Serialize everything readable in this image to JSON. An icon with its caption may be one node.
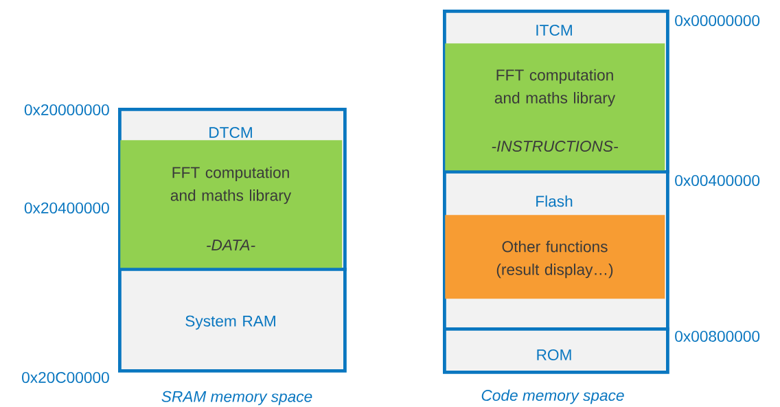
{
  "diagram": {
    "nodes": [
      {
        "text": [
          "DTCM"
        ]
      },
      {
        "text": [
          "FFT computation and maths library",
          "-DATA-"
        ],
        "in": 0
      },
      {
        "text": [
          "System RAM"
        ]
      },
      {
        "text": [
          "ITCM"
        ]
      },
      {
        "text": [
          "FFT computation and maths library",
          "-INSTRUCTIONS-"
        ],
        "in": 3
      },
      {
        "text": [
          "Flash"
        ]
      },
      {
        "text": [
          "Other functions (result display…)"
        ],
        "in": 5
      },
      {
        "text": [
          "ROM"
        ]
      }
    ],
    "labels": [
      "0x00000000",
      "0x20000000",
      "0x00400000",
      "0x20400000",
      "0x00800000",
      "0x20C00000",
      "SRAM memory space",
      "Code memory space"
    ]
  }
}
